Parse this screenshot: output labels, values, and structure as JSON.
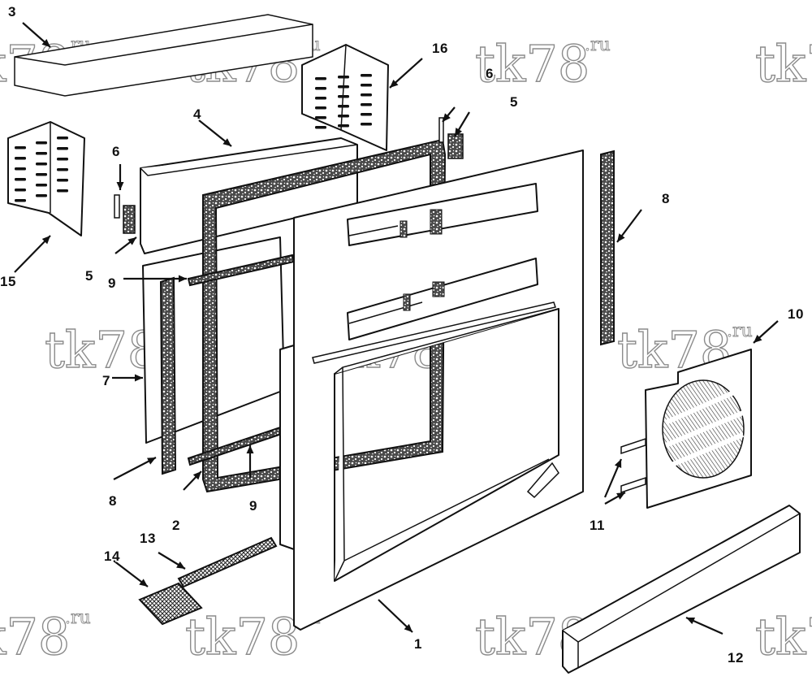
{
  "watermark": {
    "text": "tk78",
    "suffix": ".ru"
  },
  "callouts": [
    "1",
    "2",
    "3",
    "4",
    "5",
    "5",
    "6",
    "6",
    "7",
    "8",
    "8",
    "9",
    "9",
    "10",
    "11",
    "12",
    "13",
    "14",
    "15",
    "16"
  ],
  "colors": {
    "line": "#111111",
    "background": "#ffffff",
    "watermark": "#8c8c8c"
  }
}
